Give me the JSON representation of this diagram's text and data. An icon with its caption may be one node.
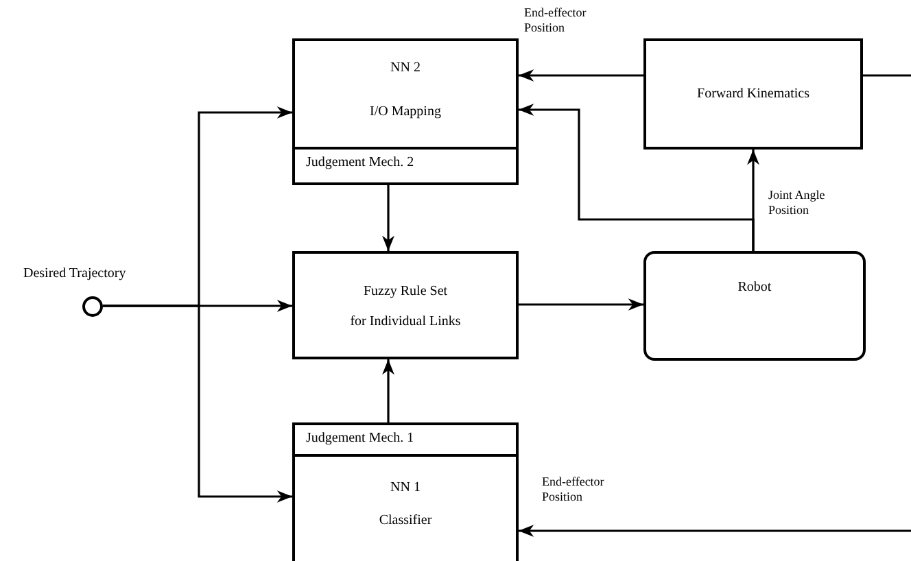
{
  "diagram": {
    "nodes": [
      {
        "text": [
          "NN 2",
          "I/O Mapping",
          "Judgement Mech. 2"
        ]
      },
      {
        "text": [
          "Forward Kinematics"
        ]
      },
      {
        "text": [
          "Desired Trajectory"
        ]
      },
      {
        "text": [
          "Fuzzy Rule Set",
          "for Individual Links"
        ]
      },
      {
        "text": [
          "Robot"
        ]
      },
      {
        "text": [
          "Judgement Mech. 1",
          "NN 1",
          "Classifier"
        ]
      }
    ],
    "edges": [
      {
        "from": 1,
        "to": 0,
        "arrow": "to",
        "label": "End-effector Position"
      },
      {
        "from": 1,
        "to": null,
        "arrow": "none"
      },
      {
        "from": 2,
        "to": 0,
        "arrow": "to"
      },
      {
        "from": 4,
        "to": 0,
        "arrow": "to"
      },
      {
        "from": 0,
        "to": 3,
        "arrow": "to"
      },
      {
        "from": 2,
        "to": 3,
        "arrow": "to"
      },
      {
        "from": 3,
        "to": 4,
        "arrow": "to"
      },
      {
        "from": 4,
        "to": 1,
        "arrow": "to",
        "label": "Joint Angle Position"
      },
      {
        "from": 5,
        "to": 3,
        "arrow": "to"
      },
      {
        "from": 2,
        "to": 5,
        "arrow": "to"
      },
      {
        "from": null,
        "to": 5,
        "arrow": "to",
        "label": "End-effector Position"
      }
    ]
  }
}
